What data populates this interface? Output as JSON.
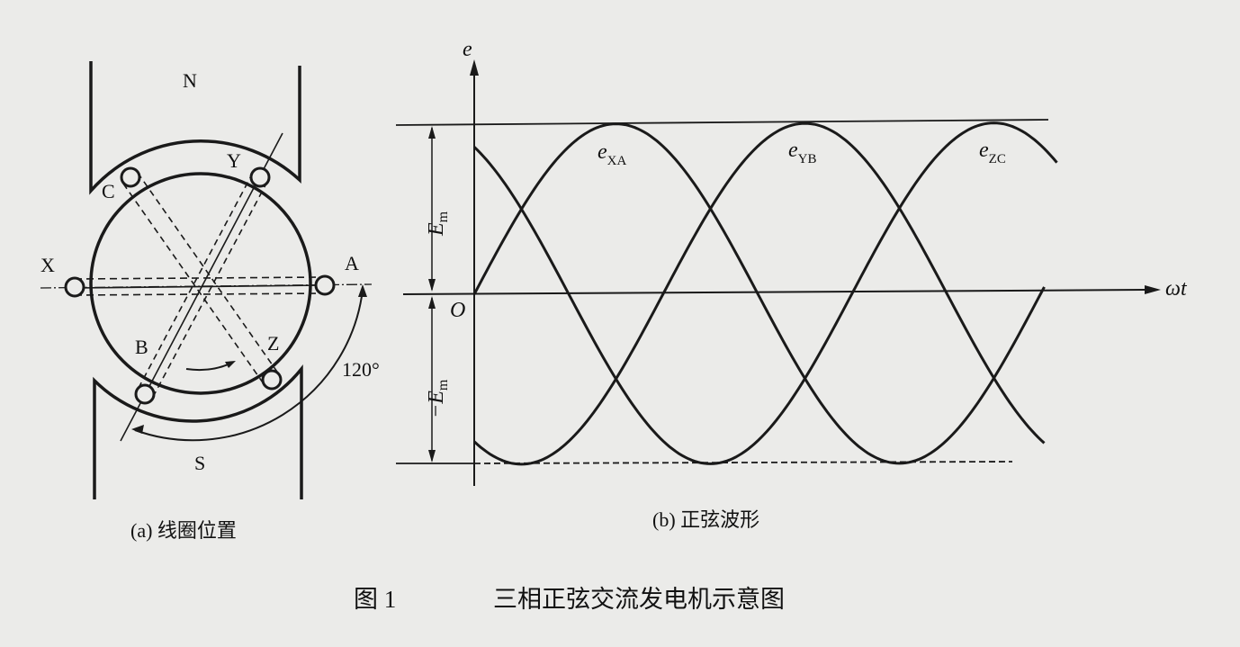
{
  "left_diagram": {
    "pole_north": "N",
    "pole_south": "S",
    "coil_ends": {
      "A": "A",
      "X": "X",
      "B": "B",
      "Y": "Y",
      "C": "C",
      "Z": "Z"
    },
    "angle_label": "120°",
    "caption": "(a) 线圈位置"
  },
  "right_diagram": {
    "y_axis_label": "e",
    "x_axis_label": "ωt",
    "origin_label": "O",
    "amplitude_pos": {
      "main": "E",
      "sub": "m"
    },
    "amplitude_neg": {
      "main": "−E",
      "sub": "m"
    },
    "caption": "(b) 正弦波形",
    "waveforms": [
      {
        "name": "e",
        "sub": "XA",
        "phase_deg": 0
      },
      {
        "name": "e",
        "sub": "YB",
        "phase_deg": -120
      },
      {
        "name": "e",
        "sub": "ZC",
        "phase_deg": -240
      }
    ],
    "x_range_deg": [
      0,
      362
    ]
  },
  "figure": {
    "number": "图 1",
    "title": "三相正弦交流发电机示意图"
  },
  "colors": {
    "ink": "#1a1a1a",
    "paper": "#ebebe9"
  }
}
